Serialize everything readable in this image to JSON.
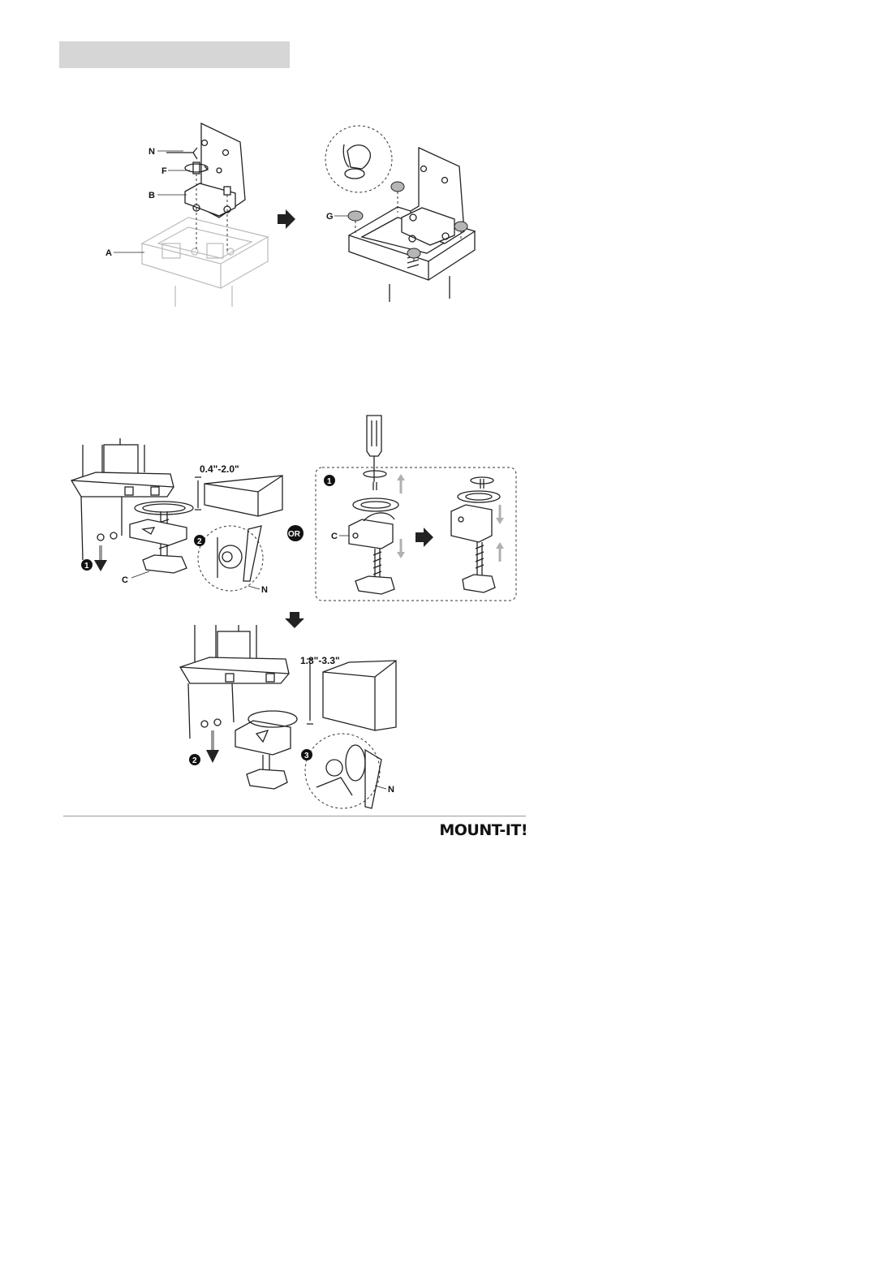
{
  "step1": {
    "labels": {
      "N": "N",
      "F": "F",
      "B": "B",
      "A": "A",
      "G": "G"
    }
  },
  "step2": {
    "range_small": "0.4\"-2.0\"",
    "range_large": "1.8\"-3.3\"",
    "or_label": "OR",
    "labels": {
      "C1": "C",
      "N1": "N",
      "C2": "C",
      "N2": "N"
    },
    "step_numbers": [
      "1",
      "2",
      "1",
      "2",
      "3"
    ]
  },
  "footer": {
    "logo": "MOUNT-IT!"
  },
  "colors": {
    "header_bar": "#d6d6d6",
    "divider": "#9a9a9a",
    "gray_cap": "#b5b5b5",
    "arrow_gray": "#b0b0b0"
  }
}
